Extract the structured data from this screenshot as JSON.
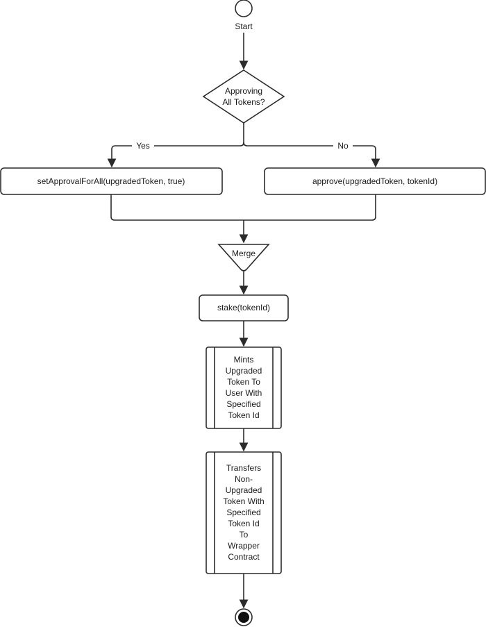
{
  "start": {
    "label": "Start"
  },
  "decision": {
    "line1": "Approving",
    "line2": "All Tokens?"
  },
  "branch": {
    "yes": "Yes",
    "no": "No"
  },
  "actions": {
    "set_approval": "setApprovalForAll(upgradedToken, true)",
    "approve": "approve(upgradedToken, tokenId)",
    "stake": "stake(tokenId)"
  },
  "merge": {
    "label": "Merge"
  },
  "subprocess_mint": {
    "lines": [
      "Mints",
      "Upgraded",
      "Token To",
      "User With",
      "Specified",
      "Token Id"
    ]
  },
  "subprocess_transfer": {
    "lines": [
      "Transfers",
      "Non-",
      "Upgraded",
      "Token With",
      "Specified",
      "Token Id",
      "To",
      "Wrapper",
      "Contract"
    ]
  },
  "colors": {
    "stroke": "#2b2b2b",
    "text": "#1a1a1a",
    "background": "#ffffff"
  }
}
